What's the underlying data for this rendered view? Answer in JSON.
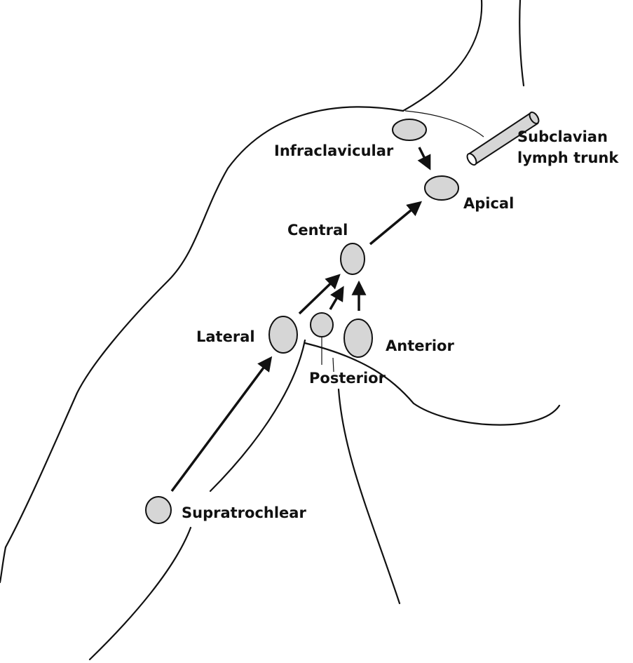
{
  "labels": {
    "infraclavicular": "Infraclavicular",
    "subclavian_line1": "Subclavian",
    "subclavian_line2": "lymph trunk",
    "apical": "Apical",
    "central": "Central",
    "lateral": "Lateral",
    "anterior": "Anterior",
    "posterior": "Posterior",
    "supratrochlear": "Supratrochlear"
  },
  "colors": {
    "node_fill": "#d6d6d6",
    "stroke": "#111111"
  }
}
